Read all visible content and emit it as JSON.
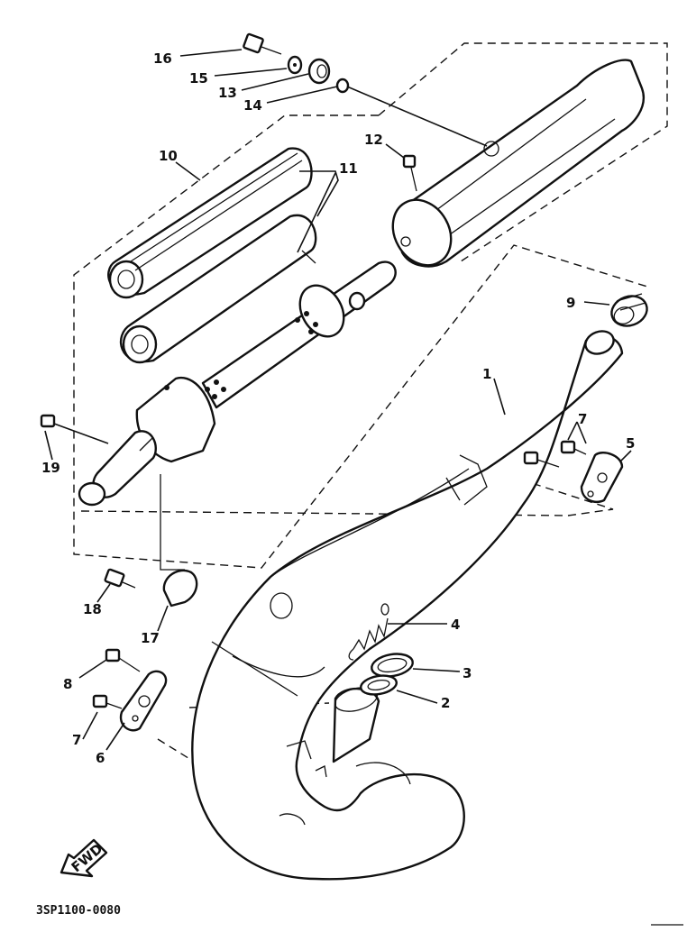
{
  "callouts": [
    {
      "id": "c16",
      "text": "16"
    },
    {
      "id": "c15",
      "text": "15"
    },
    {
      "id": "c13",
      "text": "13"
    },
    {
      "id": "c14",
      "text": "14"
    },
    {
      "id": "c12",
      "text": "12"
    },
    {
      "id": "c10",
      "text": "10"
    },
    {
      "id": "c11",
      "text": "11"
    },
    {
      "id": "c9",
      "text": "9"
    },
    {
      "id": "c1",
      "text": "1"
    },
    {
      "id": "c7a",
      "text": "7"
    },
    {
      "id": "c5",
      "text": "5"
    },
    {
      "id": "c19",
      "text": "19"
    },
    {
      "id": "c18",
      "text": "18"
    },
    {
      "id": "c17",
      "text": "17"
    },
    {
      "id": "c4",
      "text": "4"
    },
    {
      "id": "c3",
      "text": "3"
    },
    {
      "id": "c2",
      "text": "2"
    },
    {
      "id": "c8",
      "text": "8"
    },
    {
      "id": "c7b",
      "text": "7"
    },
    {
      "id": "c6",
      "text": "6"
    }
  ],
  "fwd_arrow_text": "FWD",
  "diagram_code": "3SP1100-0080"
}
